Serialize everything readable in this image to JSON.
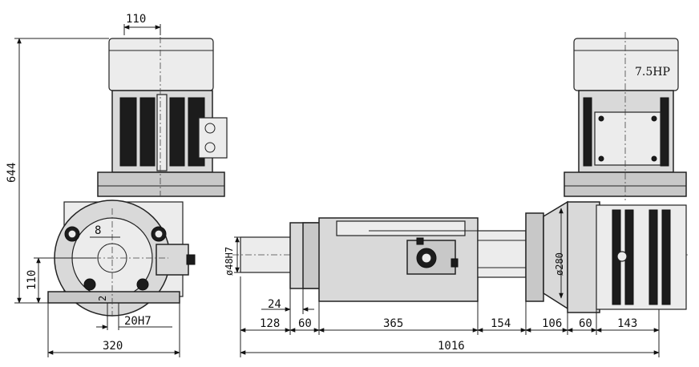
{
  "drawing": {
    "motor_rating": "7.5HP",
    "dimensions": {
      "top_width": "110",
      "total_height": "644",
      "small_8": "8",
      "small_2": "2",
      "shaft_height": "110",
      "keyway": "20H7",
      "base_width": "320",
      "shaft_diameter": "ø48H7",
      "flange_diameter": "ø280",
      "offset_24": "24",
      "seg_128": "128",
      "seg_60a": "60",
      "seg_365": "365",
      "seg_154": "154",
      "seg_106": "106",
      "seg_60b": "60",
      "seg_143": "143",
      "total_length": "1016"
    }
  }
}
